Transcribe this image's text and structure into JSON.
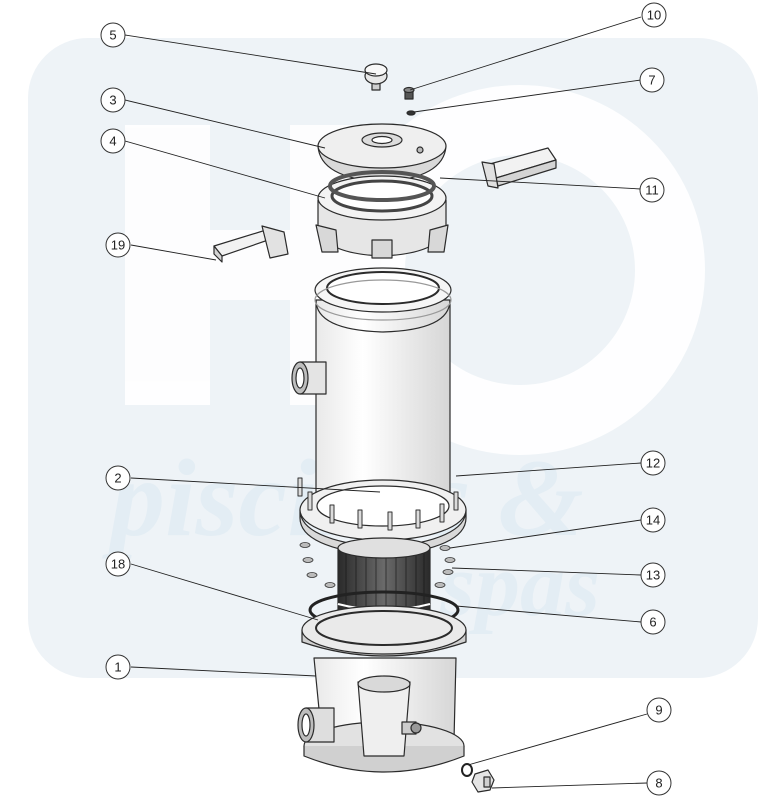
{
  "watermark": {
    "logo_text": "H2O",
    "line1": "piscines &",
    "line2": "spas"
  },
  "callouts": [
    {
      "id": "5",
      "label": "5"
    },
    {
      "id": "10",
      "label": "10"
    },
    {
      "id": "7",
      "label": "7"
    },
    {
      "id": "3",
      "label": "3"
    },
    {
      "id": "4",
      "label": "4"
    },
    {
      "id": "11",
      "label": "11"
    },
    {
      "id": "19",
      "label": "19"
    },
    {
      "id": "2",
      "label": "2"
    },
    {
      "id": "12",
      "label": "12"
    },
    {
      "id": "14",
      "label": "14"
    },
    {
      "id": "18",
      "label": "18"
    },
    {
      "id": "13",
      "label": "13"
    },
    {
      "id": "6",
      "label": "6"
    },
    {
      "id": "1",
      "label": "1"
    },
    {
      "id": "9",
      "label": "9"
    },
    {
      "id": "8",
      "label": "8"
    }
  ]
}
